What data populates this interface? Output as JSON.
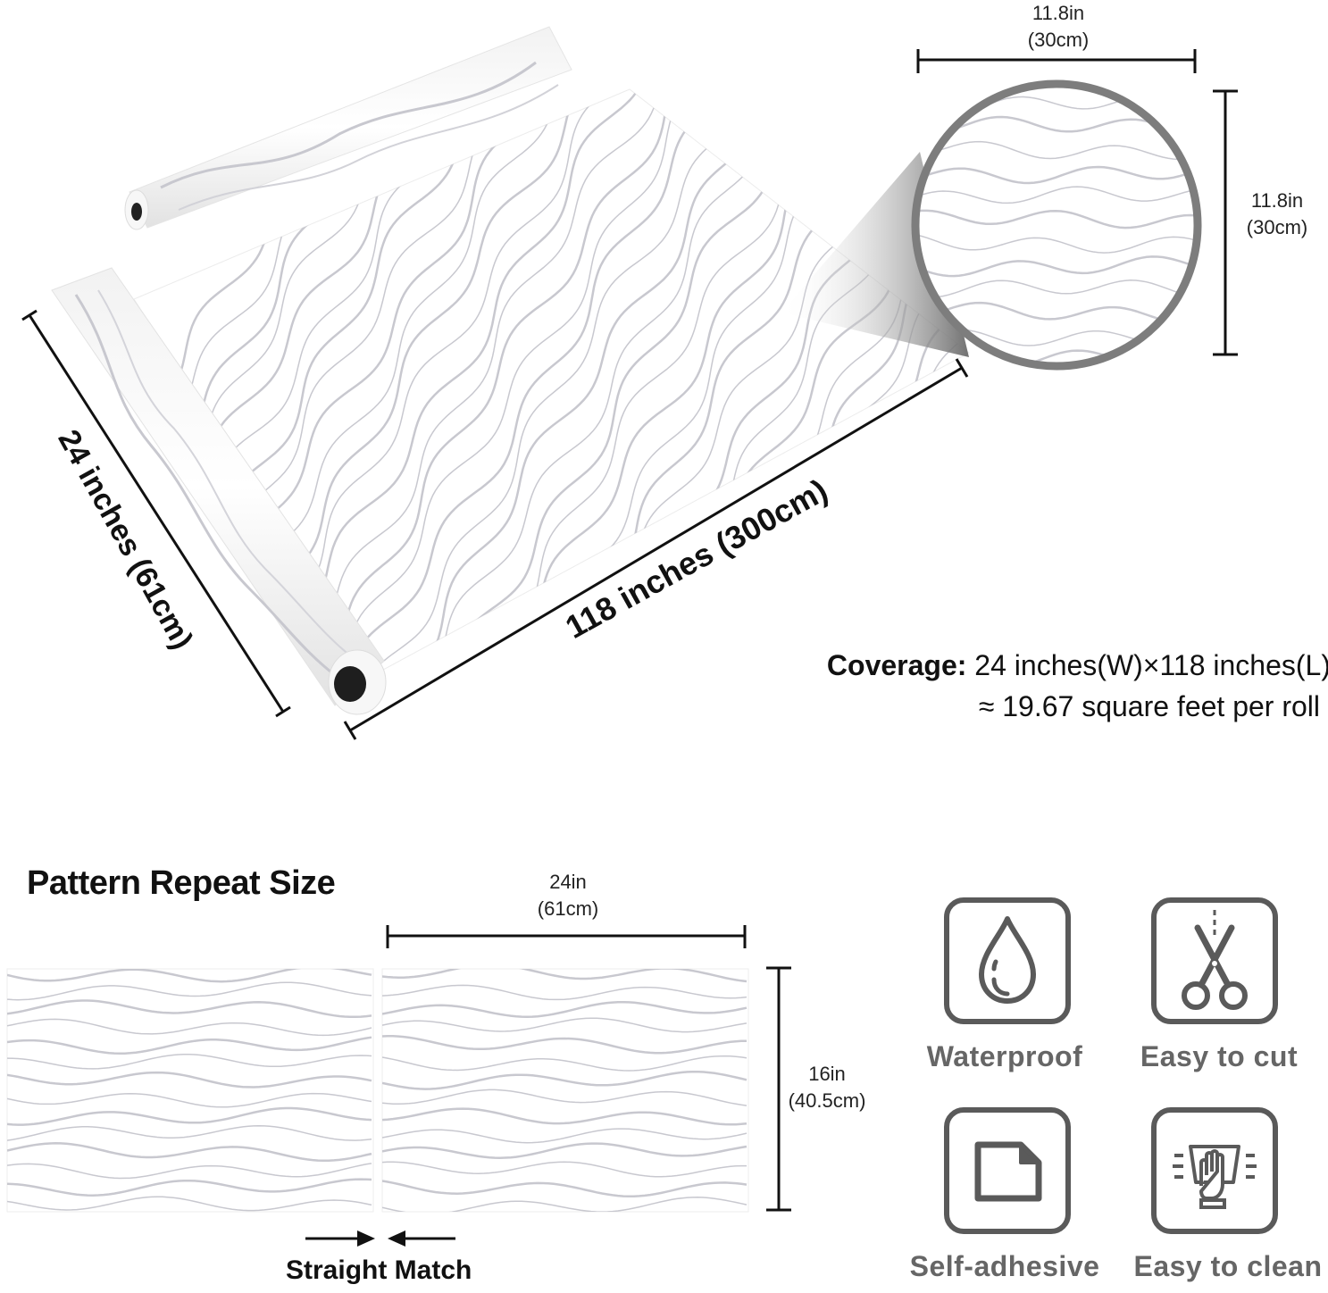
{
  "dimensions": {
    "swatch_width": {
      "in": "11.8in",
      "cm": "(30cm)"
    },
    "swatch_height": {
      "in": "11.8in",
      "cm": "(30cm)"
    },
    "roll_length": "118 inches (300cm)",
    "roll_width": "24 inches (61cm)"
  },
  "coverage": {
    "label": "Coverage:",
    "line1": " 24 inches(W)×118 inches(L)",
    "line2": "≈ 19.67 square feet per roll"
  },
  "pattern": {
    "title": "Pattern Repeat Size",
    "width": {
      "in": "24in",
      "cm": "(61cm)"
    },
    "height": {
      "in": "16in",
      "cm": "(40.5cm)"
    },
    "match_label": "Straight Match"
  },
  "features": [
    {
      "label": "Waterproof",
      "icon": "water-drop-icon"
    },
    {
      "label": "Easy to cut",
      "icon": "scissors-icon"
    },
    {
      "label": "Self-adhesive",
      "icon": "peel-sticker-icon"
    },
    {
      "label": "Easy to clean",
      "icon": "wipe-hand-icon"
    }
  ],
  "colors": {
    "wave": "#c8c8cf",
    "icon": "#5a5a5a",
    "text": "#111111",
    "feature_text": "#666666"
  }
}
